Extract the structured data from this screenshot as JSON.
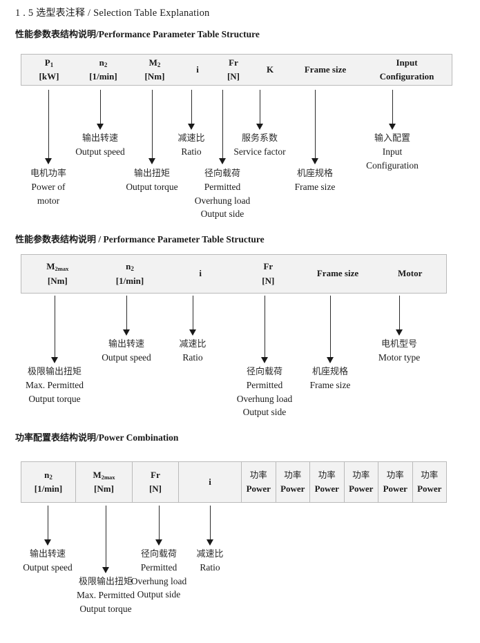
{
  "page": {
    "section_number": "1 . 5",
    "title_cn": "选型表注释",
    "title_sep": "/",
    "title_en": "Selection Table Explanation"
  },
  "sections": [
    {
      "subtitle_cn": "性能参数表结构说明",
      "subtitle_sep": "/",
      "subtitle_en": "Performance Parameter Table Structure",
      "table": {
        "divided": false,
        "columns": [
          {
            "line1": "P",
            "line1_sub": "1",
            "line2": "[kW]"
          },
          {
            "line1": "n",
            "line1_sub": "2",
            "line2": "[1/min]"
          },
          {
            "line1": "M",
            "line1_sub": "2",
            "line2": "[Nm]"
          },
          {
            "line1": "i",
            "line1_sub": "",
            "line2": ""
          },
          {
            "line1": "Fr",
            "line1_sub": "",
            "line2": "[N]"
          },
          {
            "line1": "K",
            "line1_sub": "",
            "line2": ""
          },
          {
            "line1": "Frame size",
            "line1_sub": "",
            "line2": ""
          },
          {
            "line1": "Input",
            "line1_sub": "",
            "line2": "Configuration"
          }
        ]
      },
      "annotations": [
        {
          "cn": "电机功率",
          "en": [
            "Power of",
            "motor"
          ]
        },
        {
          "cn": "输出转速",
          "en": [
            "Output speed"
          ]
        },
        {
          "cn": "输出扭矩",
          "en": [
            "Output torque"
          ]
        },
        {
          "cn": "减速比",
          "en": [
            "Ratio"
          ]
        },
        {
          "cn": "径向载荷",
          "en": [
            "Permitted",
            "Overhung load",
            "Output side"
          ]
        },
        {
          "cn": "服务系数",
          "en": [
            "Service factor"
          ]
        },
        {
          "cn": "机座规格",
          "en": [
            "Frame size"
          ]
        },
        {
          "cn": "输入配置",
          "en": [
            "Input",
            "Configuration"
          ]
        }
      ]
    },
    {
      "subtitle_cn": "性能参数表结构说明",
      "subtitle_sep": "/",
      "subtitle_en": "Performance Parameter Table Structure",
      "table": {
        "divided": false,
        "columns": [
          {
            "line1": "M",
            "line1_sub": "2max",
            "line2": "[Nm]"
          },
          {
            "line1": "n",
            "line1_sub": "2",
            "line2": "[1/min]"
          },
          {
            "line1": "i",
            "line1_sub": "",
            "line2": ""
          },
          {
            "line1": "Fr",
            "line1_sub": "",
            "line2": "[N]"
          },
          {
            "line1": "Frame size",
            "line1_sub": "",
            "line2": ""
          },
          {
            "line1": "Motor",
            "line1_sub": "",
            "line2": ""
          }
        ]
      },
      "annotations": [
        {
          "cn": "极限输出扭矩",
          "en": [
            "Max. Permitted",
            "Output  torque"
          ]
        },
        {
          "cn": "输出转速",
          "en": [
            "Output speed"
          ]
        },
        {
          "cn": "减速比",
          "en": [
            "Ratio"
          ]
        },
        {
          "cn": "径向载荷",
          "en": [
            "Permitted",
            "Overhung load",
            "Output side"
          ]
        },
        {
          "cn": "机座规格",
          "en": [
            "Frame size"
          ]
        },
        {
          "cn": "电机型号",
          "en": [
            "Motor type"
          ]
        }
      ]
    },
    {
      "subtitle_cn": "功率配置表结构说明",
      "subtitle_sep": "/",
      "subtitle_en": "Power Combination",
      "table": {
        "divided": true,
        "columns": [
          {
            "line1": "n",
            "line1_sub": "2",
            "line2": "[1/min]"
          },
          {
            "line1": "M",
            "line1_sub": "2max",
            "line2": "[Nm]"
          },
          {
            "line1": "Fr",
            "line1_sub": "",
            "line2": "[N]"
          },
          {
            "line1": "i",
            "line1_sub": "",
            "line2": ""
          },
          {
            "line1_cjk": "功率",
            "line2": "Power"
          },
          {
            "line1_cjk": "功率",
            "line2": "Power"
          },
          {
            "line1_cjk": "功率",
            "line2": "Power"
          },
          {
            "line1_cjk": "功率",
            "line2": "Power"
          },
          {
            "line1_cjk": "功率",
            "line2": "Power"
          },
          {
            "line1_cjk": "功率",
            "line2": "Power"
          }
        ]
      },
      "annotations": [
        {
          "cn": "输出转速",
          "en": [
            "Output speed"
          ]
        },
        {
          "cn": "极限输出扭矩",
          "en": [
            "Max. Permitted",
            "Output  torque"
          ]
        },
        {
          "cn": "径向载荷",
          "en": [
            "Permitted",
            "Overhung load",
            "Output side"
          ]
        },
        {
          "cn": "减速比",
          "en": [
            "Ratio"
          ]
        }
      ]
    }
  ]
}
